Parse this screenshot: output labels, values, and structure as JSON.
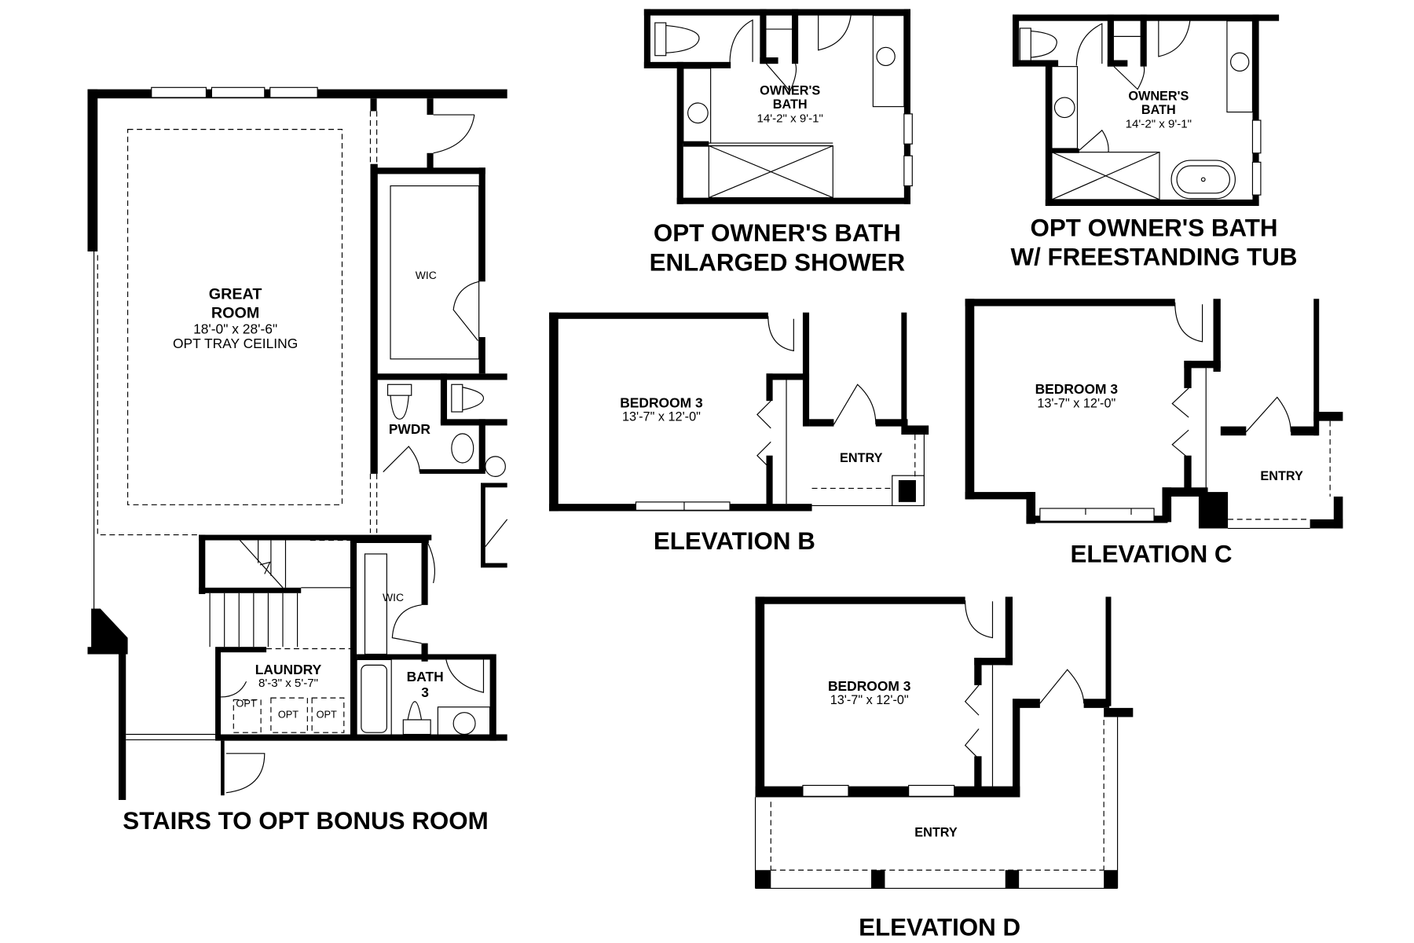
{
  "main_plan": {
    "title": "STAIRS TO OPT BONUS ROOM",
    "rooms": {
      "great_room": {
        "name_line1": "GREAT",
        "name_line2": "ROOM",
        "size": "18'-0\" x 28'-6\"",
        "note": "OPT TRAY CEILING"
      },
      "wic_upper": {
        "name": "WIC"
      },
      "powder": {
        "name": "PWDR"
      },
      "wic_lower": {
        "name": "WIC"
      },
      "laundry": {
        "name": "LAUNDRY",
        "size": "8'-3\" x 5'-7\"",
        "options": [
          "OPT",
          "OPT",
          "OPT"
        ]
      },
      "bath3": {
        "name_line1": "BATH",
        "name_line2": "3"
      }
    }
  },
  "option_enlarged_shower": {
    "title_line1": "OPT OWNER'S BATH",
    "title_line2": "ENLARGED SHOWER",
    "room": {
      "name_line1": "OWNER'S",
      "name_line2": "BATH",
      "size": "14'-2\" x 9'-1\""
    }
  },
  "option_freestanding_tub": {
    "title_line1": "OPT OWNER'S BATH",
    "title_line2": "W/ FREESTANDING TUB",
    "room": {
      "name_line1": "OWNER'S",
      "name_line2": "BATH",
      "size": "14'-2\" x 9'-1\""
    }
  },
  "elevation_b": {
    "title": "ELEVATION B",
    "bedroom": {
      "name": "BEDROOM 3",
      "size": "13'-7\" x 12'-0\""
    },
    "entry": "ENTRY"
  },
  "elevation_c": {
    "title": "ELEVATION C",
    "bedroom": {
      "name": "BEDROOM 3",
      "size": "13'-7\" x 12'-0\""
    },
    "entry": "ENTRY"
  },
  "elevation_d": {
    "title": "ELEVATION D",
    "bedroom": {
      "name": "BEDROOM 3",
      "size": "13'-7\" x 12'-0\""
    },
    "entry": "ENTRY"
  },
  "colors": {
    "wall": "#000000",
    "background": "#ffffff"
  }
}
